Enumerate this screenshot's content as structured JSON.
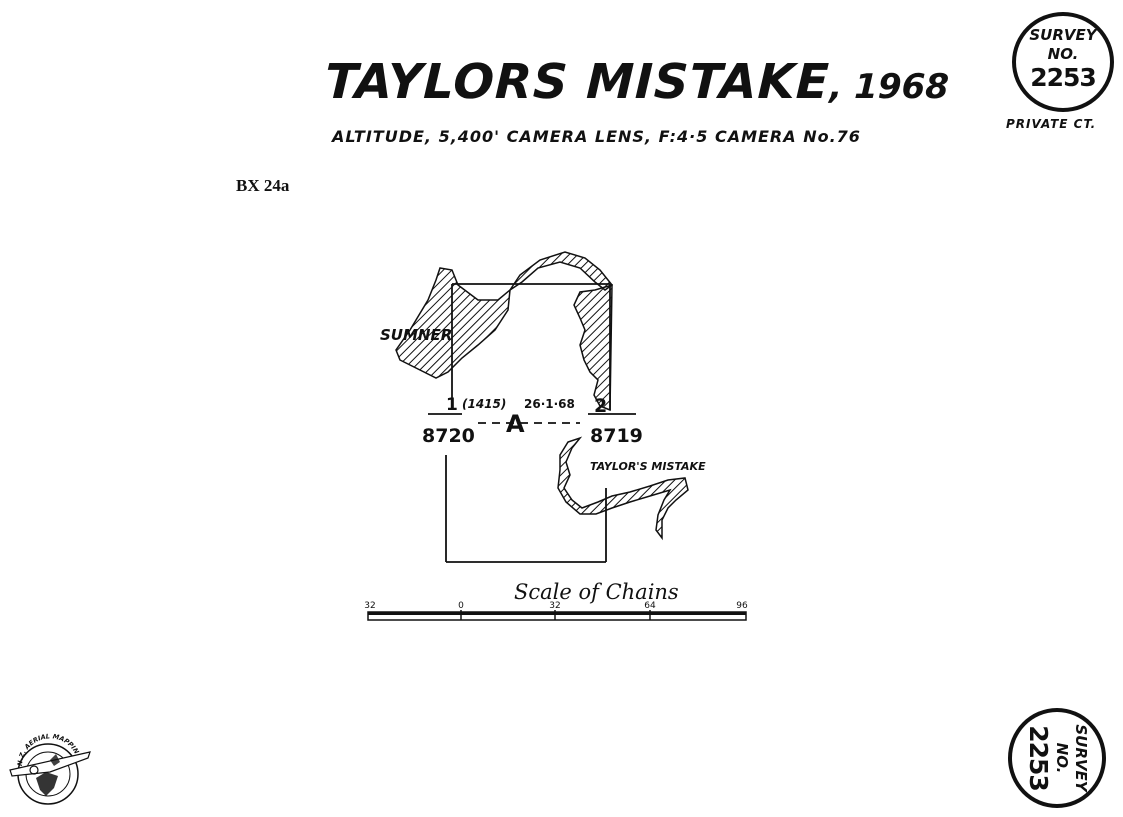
{
  "header": {
    "title": "TAYLORS MISTAKE",
    "year": ", 1968",
    "subtitle": "ALTITUDE, 5,400'  CAMERA LENS, F:4·5  CAMERA No.76",
    "reference": "BX 24a"
  },
  "stamp": {
    "line1": "SURVEY",
    "line2": "NO.",
    "number": "2253",
    "note": "PRIVATE CT."
  },
  "map": {
    "place_labels": {
      "sumner": "SUMNER",
      "taylors_mistake": "TAYLOR'S MISTAKE"
    },
    "run_marker": "A",
    "flight_date": "26·1·68",
    "frames": {
      "left": {
        "run": "1",
        "photo": "8720",
        "note": "(1415)"
      },
      "right": {
        "run": "2",
        "photo": "8719"
      }
    }
  },
  "scale": {
    "label": "Scale of Chains",
    "ticks": [
      "32",
      "0",
      "32",
      "64",
      "96"
    ]
  },
  "logo": {
    "text": "N.Z. AERIAL MAPPING LTD."
  },
  "colors": {
    "ink": "#111111",
    "paper": "#ffffff"
  }
}
